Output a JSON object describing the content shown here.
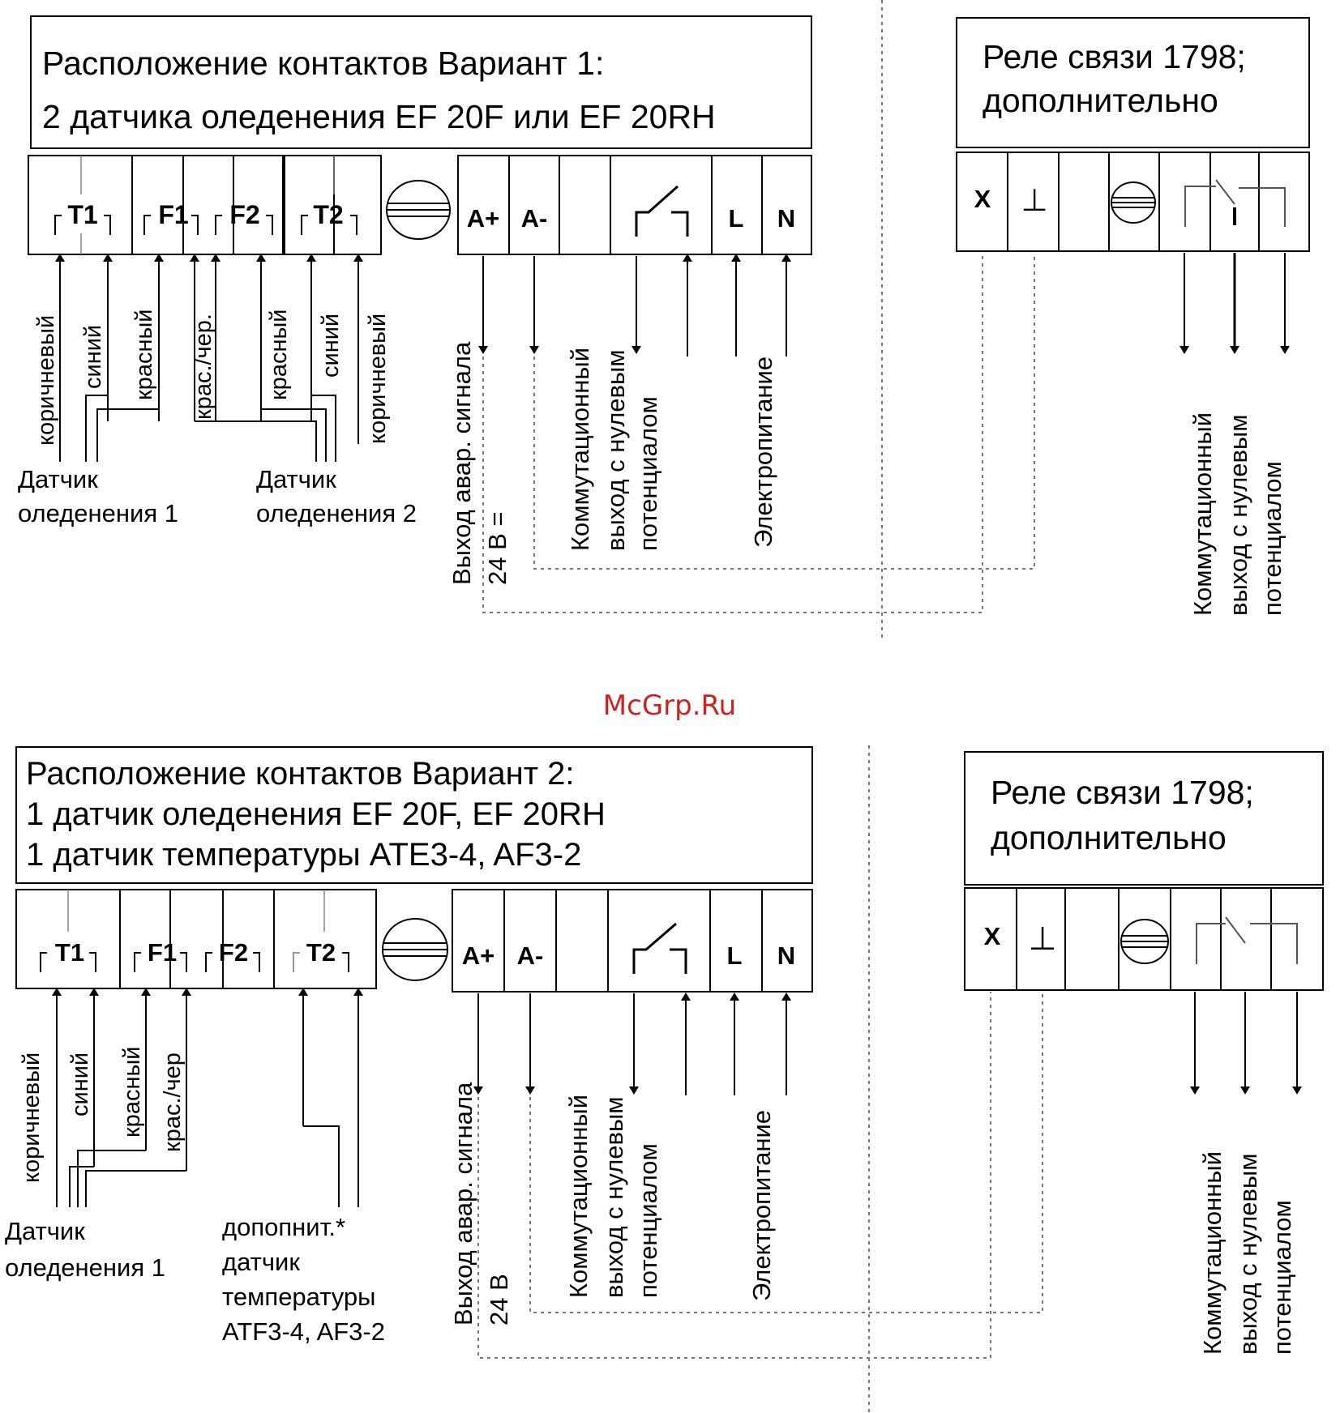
{
  "watermark": {
    "text": "McGrp.Ru",
    "color": "#cc2222"
  },
  "variants": [
    {
      "title_lines": [
        "Расположение контактов Вариант 1:",
        "2 датчика оледенения EF 20F или EF 20RH"
      ],
      "terminals_left": [
        "T1",
        "F1",
        "F2",
        "T2"
      ],
      "terminals_right": [
        "A+",
        "A-",
        "L",
        "N"
      ],
      "wire_labels": [
        "коричневый",
        "синий",
        "красный",
        "крас./чер.",
        "красный",
        "синий",
        "коричневый"
      ],
      "sensor_left": [
        "Датчик",
        "оледенения 1"
      ],
      "sensor_right": [
        "Датчик",
        "оледенения 2"
      ],
      "alarm_output": [
        "Выход авар. сигнала",
        "24 В ="
      ],
      "switch_output": [
        "Коммутационный",
        "выход с нулевым",
        "потенциалом"
      ],
      "power": "Электропитание",
      "relay_title": [
        "Реле связи 1798;",
        "дополнительно"
      ],
      "relay_terminals": [
        "X",
        "⊥"
      ],
      "relay_output": [
        "Коммутационный",
        "выход с нулевым",
        "потенциалом"
      ]
    },
    {
      "title_lines": [
        "Расположение контактов Вариант 2:",
        "1 датчик оледенения EF 20F, EF 20RH",
        "1 датчик температуры ATE3-4, AF3-2"
      ],
      "terminals_left": [
        "T1",
        "F1",
        "F2",
        "T2"
      ],
      "terminals_right": [
        "A+",
        "A-",
        "L",
        "N"
      ],
      "wire_labels": [
        "коричневый",
        "синий",
        "красный",
        "крас./чер"
      ],
      "sensor_left": [
        "Датчик",
        "оледенения 1"
      ],
      "sensor_right": [
        "допопнит.*",
        "датчик",
        "температуры",
        "ATF3-4, AF3-2"
      ],
      "alarm_output": [
        "Выход авар. сигнала",
        "24 В"
      ],
      "switch_output": [
        "Коммутационный",
        "выход с нулевым",
        "потенциалом"
      ],
      "power": "Электропитание",
      "relay_title": [
        "Реле связи 1798;",
        "дополнительно"
      ],
      "relay_terminals": [
        "X",
        "⊥"
      ],
      "relay_output": [
        "Коммутационный",
        "выход с нулевым",
        "потенциалом"
      ]
    }
  ]
}
